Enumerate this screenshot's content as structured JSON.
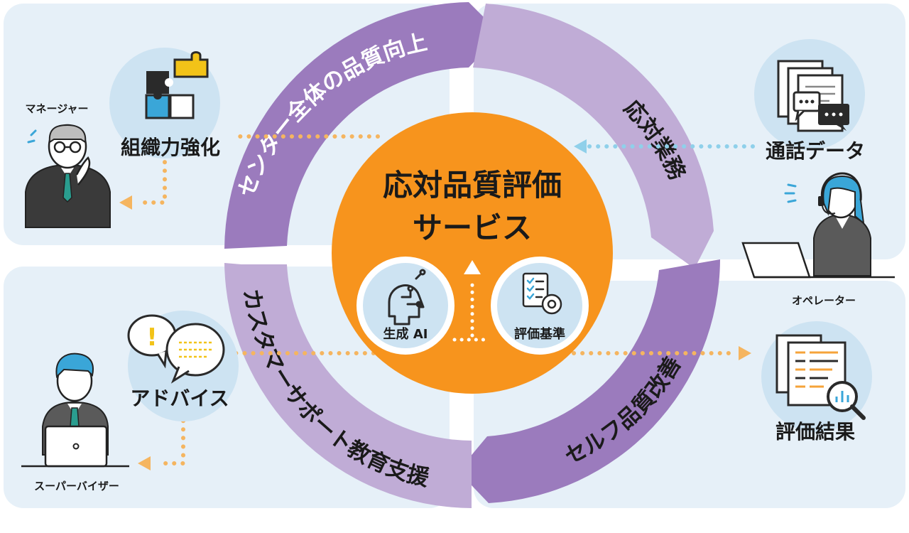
{
  "center": {
    "title_line1": "応対品質評価",
    "title_line2": "サービス",
    "ai_label": "生成 AI",
    "criteria_label": "評価基準"
  },
  "cycle": {
    "top_left": "センター全体の品質向上",
    "top_right": "応対業務",
    "bottom_right": "セルフ品質改善",
    "bottom_left": "カスタマーサポート教育支援"
  },
  "nodes": {
    "organization": "組織力強化",
    "call_data": "通話データ",
    "advice": "アドバイス",
    "results": "評価結果"
  },
  "roles": {
    "manager": "マネージャー",
    "operator": "オペレーター",
    "supervisor": "スーパーバイザー"
  },
  "colors": {
    "quadrant_bg": "#e6f0f8",
    "arc_dark": "#9b7bbd",
    "arc_light": "#c0acd6",
    "center_orange": "#f7941d",
    "icon_circle": "#cde3f2",
    "dot_orange": "#f5b560",
    "dot_blue": "#8fd0ea"
  }
}
